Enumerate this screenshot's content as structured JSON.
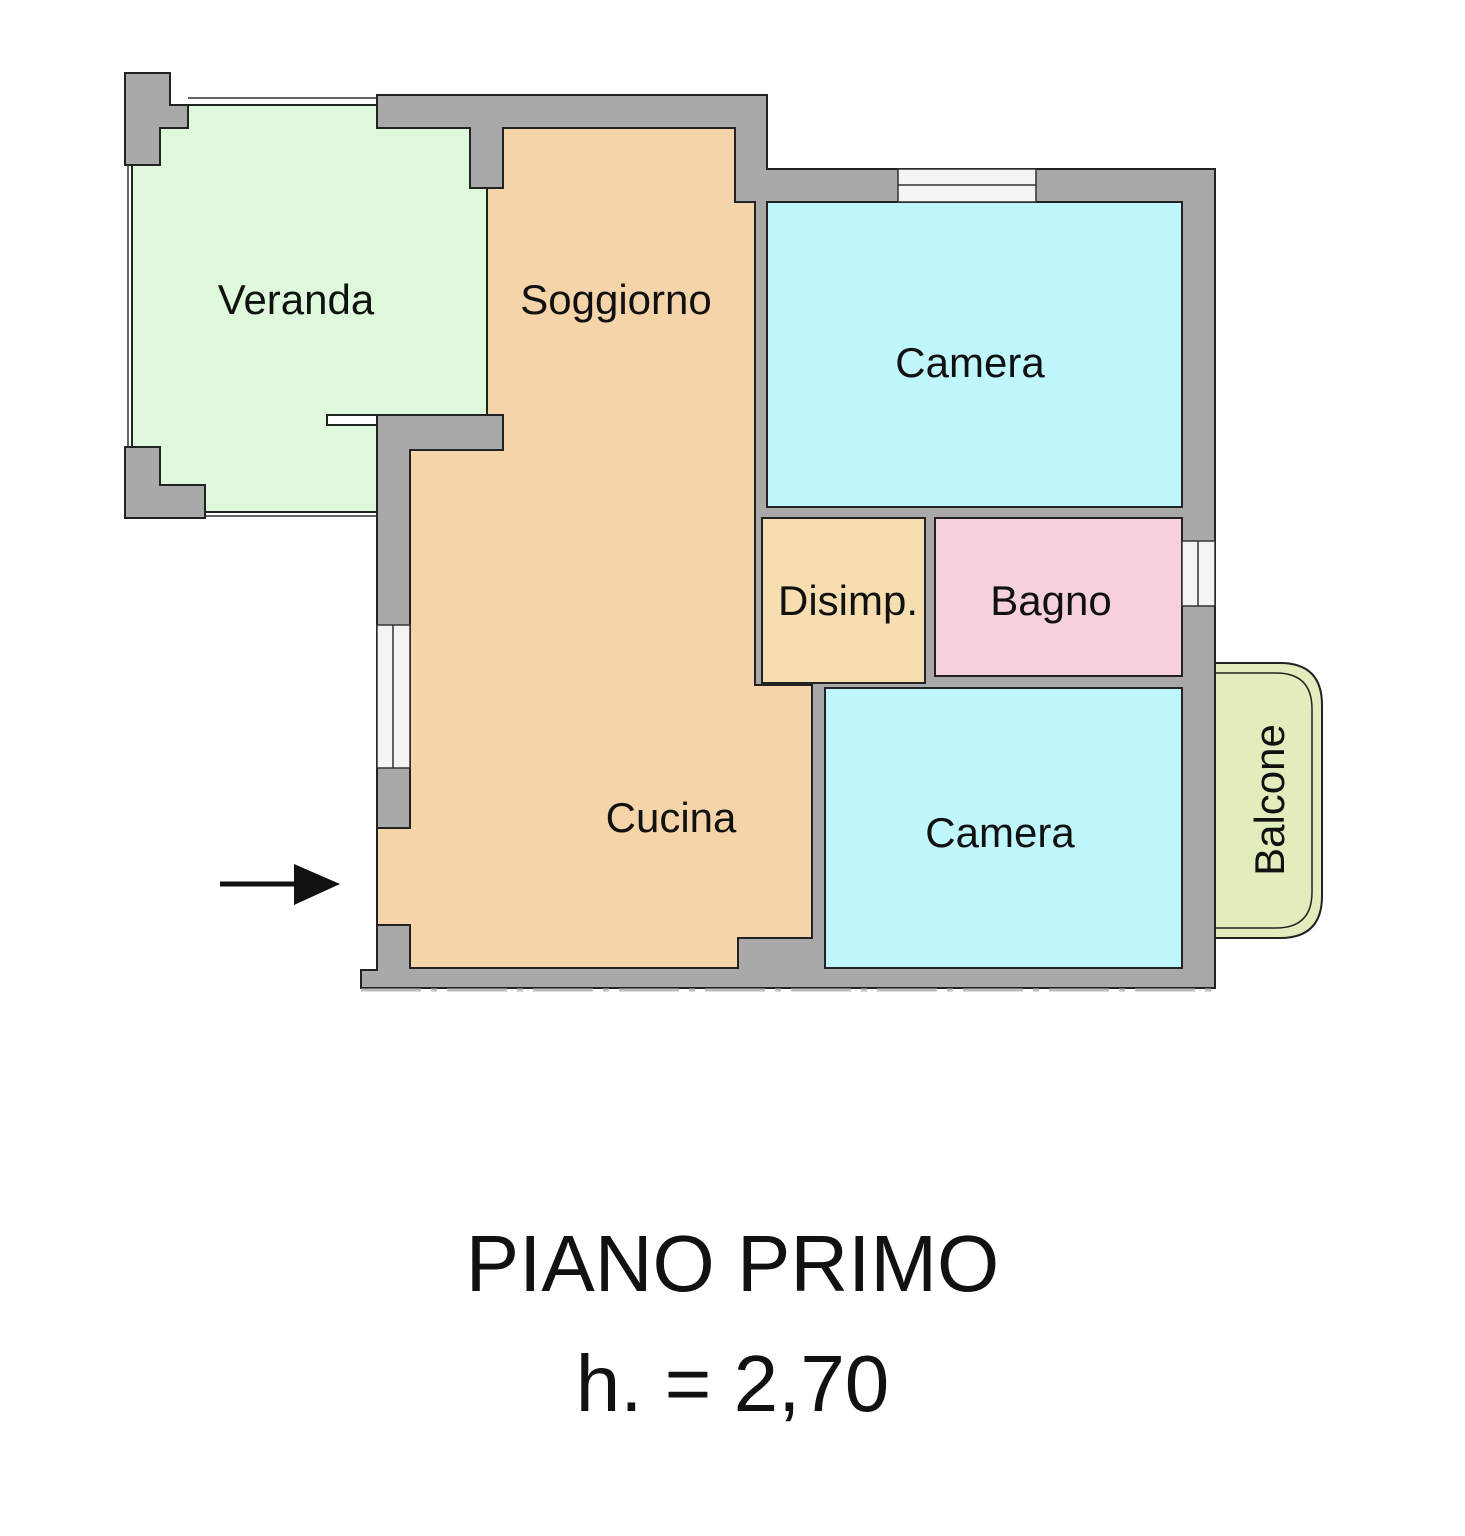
{
  "rooms": {
    "veranda": "Veranda",
    "soggiorno": "Soggiorno",
    "camera_top": "Camera",
    "disimp": "Disimp.",
    "bagno": "Bagno",
    "cucina": "Cucina",
    "camera_bottom": "Camera",
    "balcone": "Balcone"
  },
  "title": "PIANO PRIMO",
  "height_label": "h. = 2,70",
  "colors": {
    "wall": "#a9a9a9",
    "veranda": "#dff9dc",
    "soggiorno_cucina": "#f5d4a9",
    "camera": "#bff7fd",
    "disimp": "#f7deb0",
    "bagno": "#f6d1dc",
    "balcone": "#e1edbd"
  }
}
